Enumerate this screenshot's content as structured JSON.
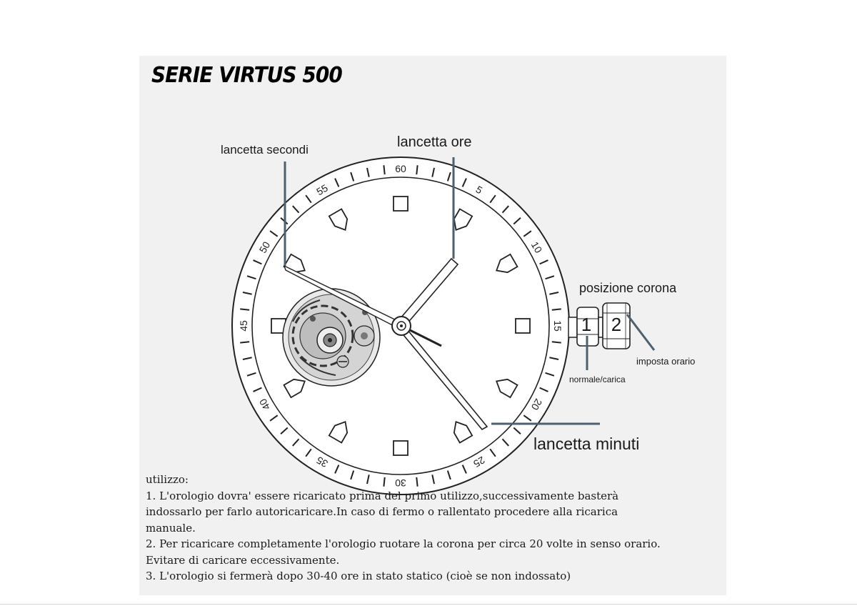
{
  "title": "SERIE VIRTUS 500",
  "labels": {
    "seconds_hand": "lancetta secondi",
    "hour_hand": "lancetta ore",
    "minute_hand": "lancetta minuti",
    "crown_position": "posizione corona",
    "crown_pos_1": "1",
    "crown_pos_2": "2",
    "normal_charge": "normale/carica",
    "set_time": "imposta orario"
  },
  "bezel_numbers": [
    "60",
    "5",
    "10",
    "15",
    "20",
    "25",
    "30",
    "35",
    "40",
    "45",
    "50",
    "55"
  ],
  "notes": {
    "heading": "utilizzo:",
    "lines": [
      "1. L'orologio dovra' essere ricaricato prima del primo utilizzo,successivamente basterà",
      "indossarlo per farlo autoricaricare.In caso di fermo o rallentato procedere alla ricarica",
      "manuale.",
      "2. Per ricaricare completamente l'orologio ruotare la corona per circa 20 volte in senso orario.",
      "Evitare di caricare eccessivamente.",
      "3. L'orologio si fermerà dopo 30-40 ore in stato statico (cioè se non indossato)"
    ]
  },
  "colors": {
    "pointer": "#4e5f6e",
    "outline": "#222222"
  }
}
